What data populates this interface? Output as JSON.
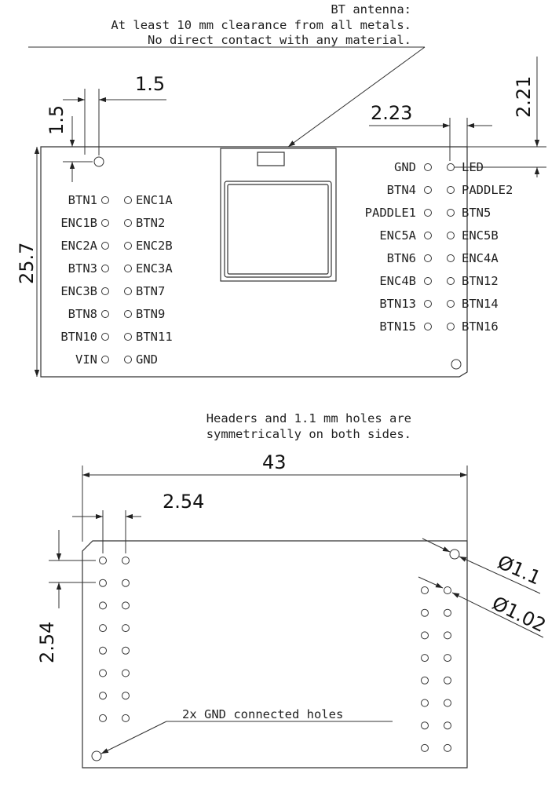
{
  "notes": {
    "antenna": [
      "BT antenna:",
      "At least 10 mm clearance from all metals.",
      "No direct contact with any material."
    ],
    "symmetry": [
      "Headers and 1.1 mm holes are",
      "symmetrically on both sides."
    ],
    "gnd_holes": "2x GND connected holes"
  },
  "dimensions": {
    "top_offset_x": "1.5",
    "top_offset_y": "1.5",
    "right_offset_x": "2.23",
    "right_offset_y": "2.21",
    "board_height": "25.7",
    "board_width": "43",
    "pitch_x": "2.54",
    "pitch_y": "2.54",
    "hole_large": "Ø1.1",
    "hole_small": "Ø1.02"
  },
  "left_pins": [
    [
      "BTN1",
      "ENC1A"
    ],
    [
      "ENC1B",
      "BTN2"
    ],
    [
      "ENC2A",
      "ENC2B"
    ],
    [
      "BTN3",
      "ENC3A"
    ],
    [
      "ENC3B",
      "BTN7"
    ],
    [
      "BTN8",
      "BTN9"
    ],
    [
      "BTN10",
      "BTN11"
    ],
    [
      "VIN",
      "GND"
    ]
  ],
  "right_pins": [
    [
      "GND",
      "LED"
    ],
    [
      "BTN4",
      "PADDLE2"
    ],
    [
      "PADDLE1",
      "BTN5"
    ],
    [
      "ENC5A",
      "ENC5B"
    ],
    [
      "BTN6",
      "ENC4A"
    ],
    [
      "ENC4B",
      "BTN12"
    ],
    [
      "BTN13",
      "BTN14"
    ],
    [
      "BTN15",
      "BTN16"
    ]
  ]
}
